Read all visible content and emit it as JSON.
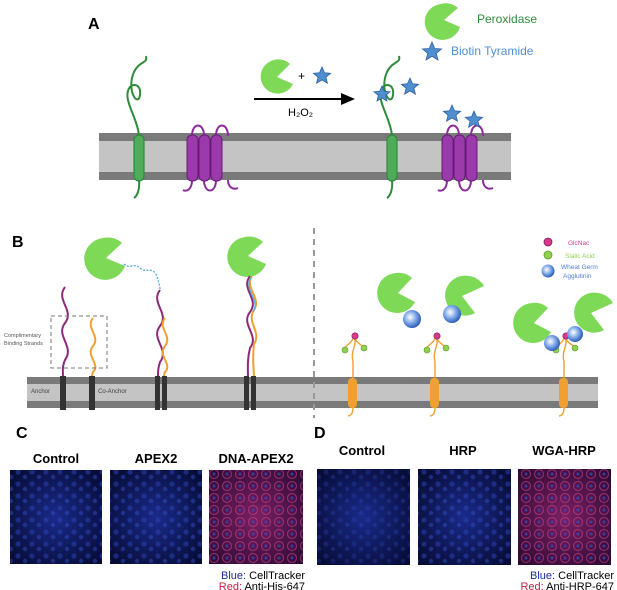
{
  "panel_a": {
    "label": "A",
    "legend_peroxidase": "Peroxidase",
    "legend_biotin": "Biotin Tyramide",
    "plus": "+",
    "reagent": "H₂O₂"
  },
  "panel_b": {
    "label": "B",
    "complementary_line1": "Complimentary",
    "complementary_line2": "Binding Strands",
    "anchor": "Anchor",
    "co_anchor": "Co-Anchor",
    "glcnac": "GlcNac",
    "sialic": "Sialic Acid",
    "wga_line1": "Wheat Germ",
    "wga_line2": "Agglutinin"
  },
  "panel_c": {
    "label": "C",
    "titles": [
      "Control",
      "APEX2",
      "DNA-APEX2"
    ],
    "caption_blue_key": "Blue:",
    "caption_blue_val": " CellTracker",
    "caption_red_key": "Red:",
    "caption_red_val": " Anti-His-647"
  },
  "panel_d": {
    "label": "D",
    "titles": [
      "Control",
      "HRP",
      "WGA-HRP"
    ],
    "caption_blue_key": "Blue:",
    "caption_blue_val": " CellTracker",
    "caption_red_key": "Red:",
    "caption_red_val": " Anti-HRP-647"
  },
  "colors": {
    "peroxidase": "#7ed957",
    "biotin": "#4f8fd0",
    "membrane": "#b9b9b9",
    "membrane_edge": "#7a7a7a",
    "helix_green": "#2e8b3a",
    "receptor": "#8b2a9a",
    "dna_purple": "#8b2a7a",
    "dna_orange": "#f0a030",
    "glycoprotein": "#f0a030",
    "glcnac": "#d63a8a",
    "sialic": "#8fd14f",
    "wga": "#4f7fd0",
    "micro_blue": "#0a1550",
    "micro_red": "#5a1040"
  }
}
